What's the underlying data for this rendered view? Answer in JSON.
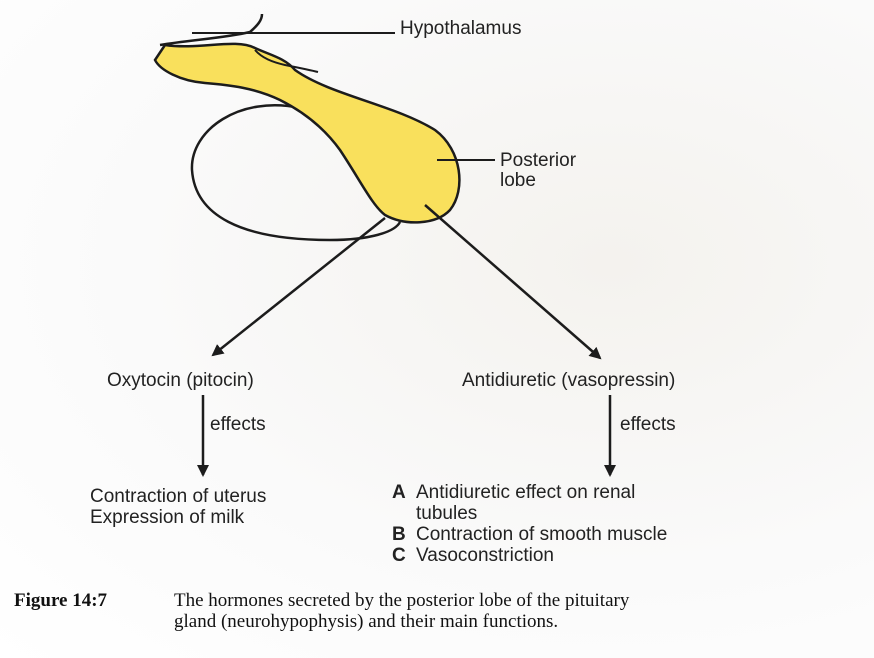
{
  "colors": {
    "gland_fill": "#f9e05c",
    "outline": "#1c1c1c"
  },
  "labels": {
    "hypothalamus": "Hypothalamus",
    "posterior": "Posterior",
    "lobe": "lobe",
    "oxytocin": "Oxytocin (pitocin)",
    "antidiuretic": "Antidiuretic (vasopressin)",
    "effects_left": "effects",
    "effects_right": "effects"
  },
  "oxytocin_effects": [
    "Contraction of uterus",
    "Expression of milk"
  ],
  "adh_effects": [
    {
      "letter": "A",
      "lines": [
        "Antidiuretic effect on renal",
        "tubules"
      ]
    },
    {
      "letter": "B",
      "lines": [
        "Contraction of smooth muscle"
      ]
    },
    {
      "letter": "C",
      "lines": [
        "Vasoconstriction"
      ]
    }
  ],
  "caption": {
    "label": "Figure 14:7",
    "line1": "The hormones secreted by the posterior lobe of the pituitary",
    "line2": "gland (neurohypophysis) and their main functions."
  }
}
